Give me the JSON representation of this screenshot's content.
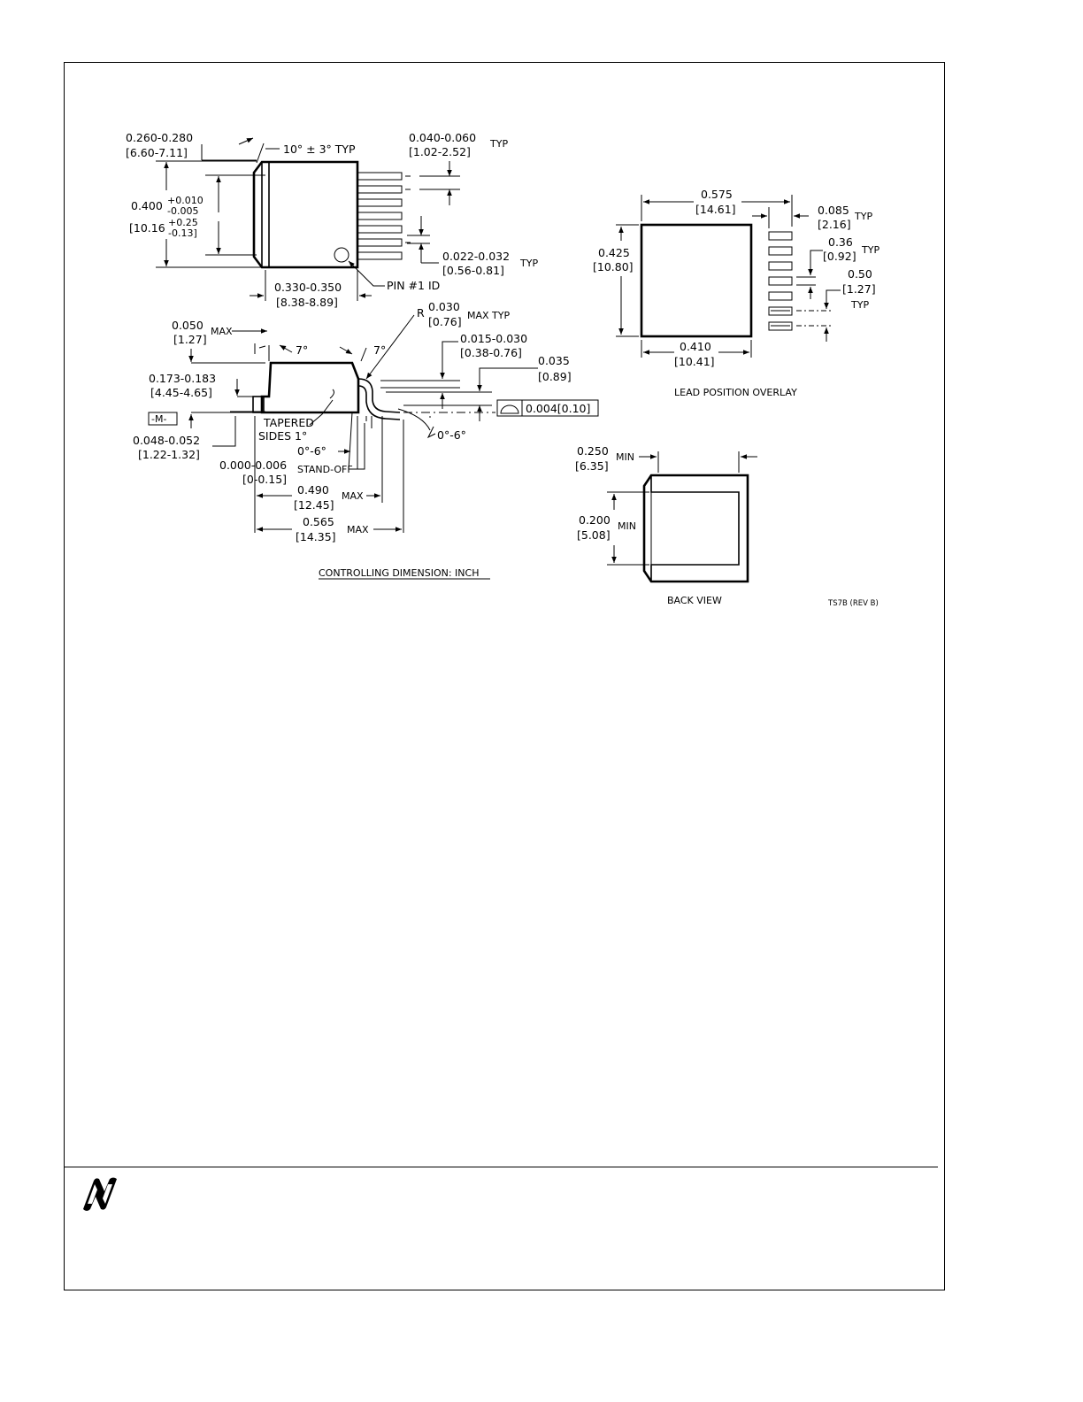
{
  "top_view": {
    "width_dim": "0.260-0.280",
    "width_dim_mm": "[6.60-7.11]",
    "angle_dim": "10° ± 3° TYP",
    "lead_pitch_dim": "0.040-0.060",
    "lead_pitch_dim_mm": "[1.02-2.52]",
    "lead_pitch_typ": "TYP",
    "height_base": "0.400",
    "height_tol_plus": "+0.010",
    "height_tol_minus": "-0.005",
    "height_base_mm": "[10.16",
    "height_tol_plus_mm": "+0.25",
    "height_tol_minus_mm": "-0.13]",
    "lead_width_dim": "0.022-0.032",
    "lead_width_dim_mm": "[0.56-0.81]",
    "lead_width_typ": "TYP",
    "body_length_dim": "0.330-0.350",
    "body_length_dim_mm": "[8.38-8.89]",
    "pin1_label": "PIN #1 ID"
  },
  "side_view": {
    "max_dim": "0.050",
    "max_dim_mm": "[1.27]",
    "max_label": "MAX",
    "angle_left": "7°",
    "angle_right": "7°",
    "radius_prefix": "R",
    "radius_dim": "0.030",
    "radius_dim_mm": "[0.76]",
    "radius_label": "MAX TYP",
    "lead_thick_dim": "0.015-0.030",
    "lead_thick_dim_mm": "[0.38-0.76]",
    "lead_len_dim": "0.035",
    "lead_len_dim_mm": "[0.89]",
    "body_height_dim": "0.173-0.183",
    "body_height_dim_mm": "[4.45-4.65]",
    "datum": "-M-",
    "flatness": "0.004[0.10]",
    "tapered_1": "TAPERED",
    "tapered_2": "SIDES 1°",
    "lead_angle": "0°-6°",
    "inner_angle": "0°-6°",
    "tab_thick_dim": "0.048-0.052",
    "tab_thick_dim_mm": "[1.22-1.32]",
    "standoff_dim": "0.000-0.006",
    "standoff_dim_mm": "[0-0.15]",
    "standoff_label": "STAND-OFF",
    "length_490": "0.490",
    "length_490_mm": "[12.45]",
    "length_490_max": "MAX",
    "length_565": "0.565",
    "length_565_mm": "[14.35]",
    "length_565_max": "MAX",
    "controlling": "CONTROLLING DIMENSION: INCH"
  },
  "overlay_view": {
    "width_dim": "0.575",
    "width_dim_mm": "[14.61]",
    "height_dim": "0.425",
    "height_dim_mm": "[10.80]",
    "bottom_dim": "0.410",
    "bottom_dim_mm": "[10.41]",
    "pad_len_dim": "0.085",
    "pad_len_dim_mm": "[2.16]",
    "pad_len_typ": "TYP",
    "pad_w_dim": "0.36",
    "pad_w_dim_mm": "[0.92]",
    "pad_w_typ": "TYP",
    "pitch_dim": "0.50",
    "pitch_dim_mm": "[1.27]",
    "pitch_typ": "TYP",
    "caption": "LEAD POSITION OVERLAY"
  },
  "back_view": {
    "width_dim": "0.250",
    "width_dim_mm": "[6.35]",
    "width_min": "MIN",
    "height_dim": "0.200",
    "height_dim_mm": "[5.08]",
    "height_min": "MIN",
    "caption": "BACK VIEW",
    "drawing_id": "TS7B (REV B)"
  }
}
